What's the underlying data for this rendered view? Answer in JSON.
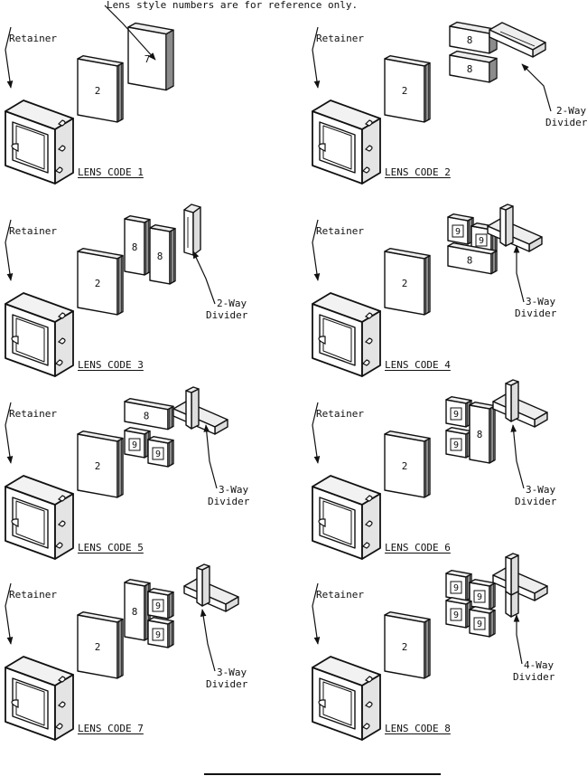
{
  "note": "Lens style numbers are for reference only.",
  "retainer_label": "Retainer",
  "panels": [
    {
      "code": "LENS CODE 1",
      "center_lens": "2",
      "lenses": [
        "7"
      ],
      "divider": ""
    },
    {
      "code": "LENS CODE 2",
      "center_lens": "2",
      "lenses": [
        "8",
        "8"
      ],
      "divider": "2-Way\nDivider"
    },
    {
      "code": "LENS CODE 3",
      "center_lens": "2",
      "lenses": [
        "8",
        "8"
      ],
      "divider": "2-Way\nDivider"
    },
    {
      "code": "LENS CODE 4",
      "center_lens": "2",
      "lenses": [
        "9",
        "9",
        "8"
      ],
      "divider": "3-Way\nDivider"
    },
    {
      "code": "LENS CODE 5",
      "center_lens": "2",
      "lenses": [
        "8",
        "9",
        "9"
      ],
      "divider": "3-Way\nDivider"
    },
    {
      "code": "LENS CODE 6",
      "center_lens": "2",
      "lenses": [
        "9",
        "9",
        "8"
      ],
      "divider": "3-Way\nDivider"
    },
    {
      "code": "LENS CODE 7",
      "center_lens": "2",
      "lenses": [
        "8",
        "9",
        "9"
      ],
      "divider": "3-Way\nDivider"
    },
    {
      "code": "LENS CODE 8",
      "center_lens": "2",
      "lenses": [
        "9",
        "9",
        "9",
        "9"
      ],
      "divider": "4-Way\nDivider"
    }
  ]
}
